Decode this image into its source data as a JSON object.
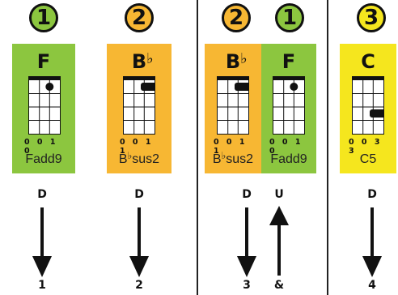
{
  "colors": {
    "green": "#8cc63f",
    "orange": "#f7b733",
    "yellow": "#f5e61e",
    "ink": "#111111"
  },
  "circles": [
    "1",
    "2",
    "2",
    "1",
    "3"
  ],
  "chords": [
    {
      "name": "F",
      "fingering": "0010",
      "subname": "Fadd9"
    },
    {
      "name": "B",
      "fingering": "0011",
      "subname": "sus2",
      "flat": "♭"
    },
    {
      "name": "B",
      "fingering": "0011",
      "subname": "sus2",
      "flat": "♭"
    },
    {
      "name": "F",
      "fingering": "0010",
      "subname": "Fadd9"
    },
    {
      "name": "C",
      "fingering": "0033",
      "subname": "C5"
    }
  ],
  "strums": [
    "D",
    "D",
    "D",
    "U",
    "D"
  ],
  "beats": [
    "1",
    "2",
    "3",
    "&",
    "4"
  ]
}
